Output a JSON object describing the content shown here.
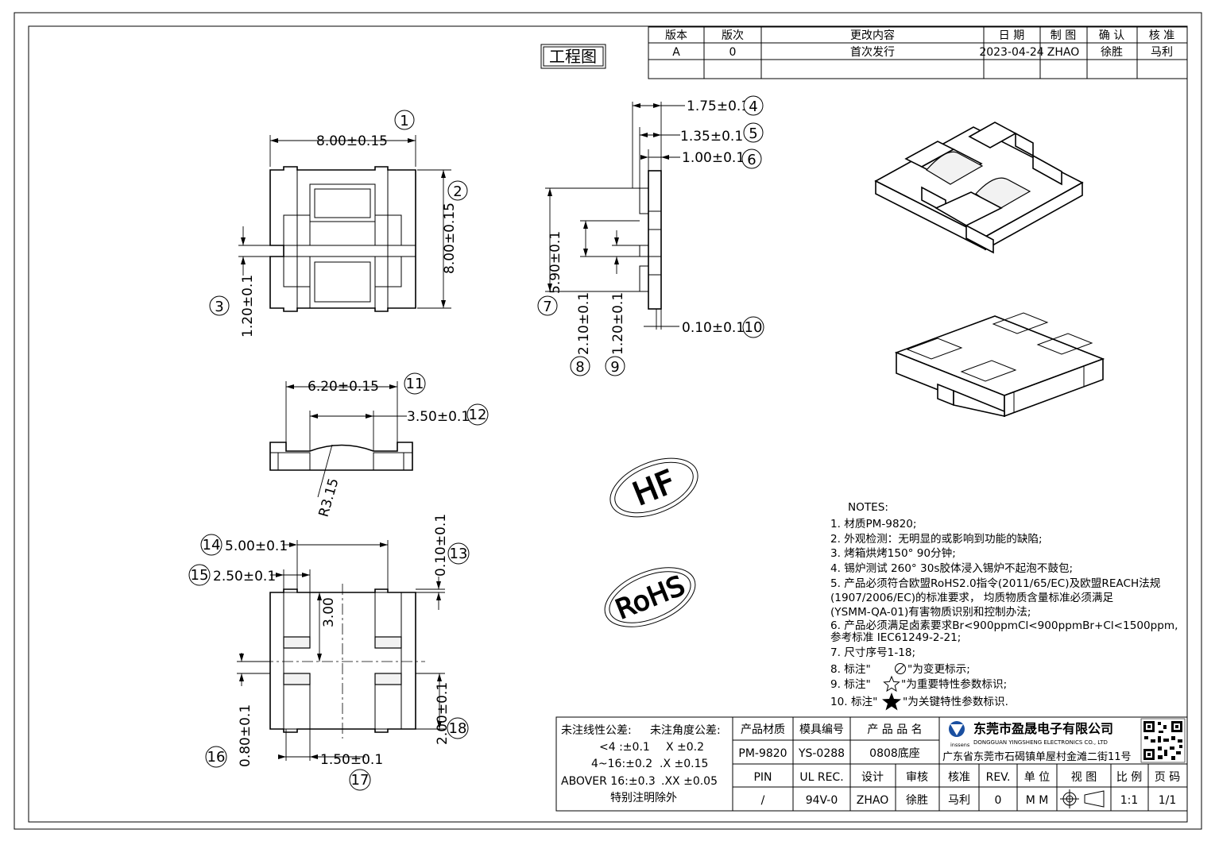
{
  "header": {
    "stamp": "工程图",
    "revision_table": {
      "headers": [
        "版本",
        "版次",
        "更改内容",
        "日 期",
        "制 图",
        "确 认",
        "核 准"
      ],
      "row": [
        "A",
        "0",
        "首次发行",
        "2023-04-24",
        "ZHAO",
        "徐胜",
        "马利"
      ]
    }
  },
  "dimensions": {
    "d1": "8.00±0.15",
    "d2": "8.00±0.15",
    "d3": "1.20±0.1",
    "d4": "1.75±0.1",
    "d5": "1.35±0.1",
    "d6": "1.00±0.1",
    "d7": "5.90±0.1",
    "d8": "2.10±0.1",
    "d9": "1.20±0.1",
    "d10": "0.10±0.1",
    "d11": "6.20±0.15",
    "d12": "3.50±0.1",
    "radius": "R3.15",
    "d13": "0.10±0.1",
    "d14": "5.00±0.1",
    "d15": "2.50±0.1",
    "d_mid": "3.00",
    "d16": "0.80±0.1",
    "d17": "1.50±0.1",
    "d18": "2.00±0.1"
  },
  "balloons": {
    "b1": "1",
    "b2": "2",
    "b3": "3",
    "b4": "4",
    "b5": "5",
    "b6": "6",
    "b7": "7",
    "b8": "8",
    "b9": "9",
    "b10": "10",
    "b11": "11",
    "b12": "12",
    "b13": "13",
    "b14": "14",
    "b15": "15",
    "b16": "16",
    "b17": "17",
    "b18": "18"
  },
  "marks": {
    "hf": "HF",
    "rohs": "RoHS"
  },
  "notes": {
    "title": "NOTES:",
    "items": [
      "1.  材质PM-9820;",
      "2.  外观检测：无明显的或影响到功能的缺陷;",
      "3.  烤箱烘烤150° 90分钟;",
      "4.  锡炉测试 260° 30s胶体浸入锡炉不起泡不鼓包;",
      "5.  产品必须符合欧盟RoHS2.0指令(2011/65/EC)及欧盟REACH法规",
      "     (1907/2006/EC)的标准要求， 均质物质含量标准必须满足",
      "     (YSMM-QA-01)有害物质识别和控制办法;",
      "6.  产品必须满足卤素要求Br<900ppmCl<900ppmBr+Cl<1500ppm,",
      "     参考标准 IEC61249-2-21;",
      "7.  尺寸序号1-18;",
      "8.  标注\"",
      "9.  标注\"",
      "10. 标注\""
    ],
    "item8_tail": "\"为变更标示;",
    "item9_tail": "\"为重要特性参数标识;",
    "item10_tail": "\"为关键特性参数标识."
  },
  "title_block": {
    "tolerance": {
      "title_linear": "未注线性公差:",
      "title_angle": "未注角度公差:",
      "r1a": "<4 :±0.1",
      "r1b": "X ±0.2",
      "r2a": "4~16:±0.2",
      "r2b": ".X ±0.15",
      "r3a": "ABOVER 16:±0.3",
      "r3b": ".XX ±0.05",
      "r4": "特别注明除外"
    },
    "h_material": "产品材质",
    "h_mold": "模具编号",
    "h_name": "产 品 品 名",
    "material": "PM-9820",
    "mold": "YS-0288",
    "name": "0808底座",
    "company": "东莞市盈晟电子有限公司",
    "company_en": "DONGGUAN YINGSHENG ELECTRONICS CO., LTD",
    "logo_word": "inssens",
    "address": "广东省东莞市石碣镇单屋村金滩二街11号",
    "r3": [
      "PIN",
      "UL REC.",
      "设计",
      "审核",
      "核准",
      "REV.",
      "单 位",
      "视 图",
      "比 例",
      "页 码"
    ],
    "r4": [
      "/",
      "94V-0",
      "ZHAO",
      "徐胜",
      "马利",
      "0",
      "M M",
      "",
      "1:1",
      "1/1"
    ]
  }
}
